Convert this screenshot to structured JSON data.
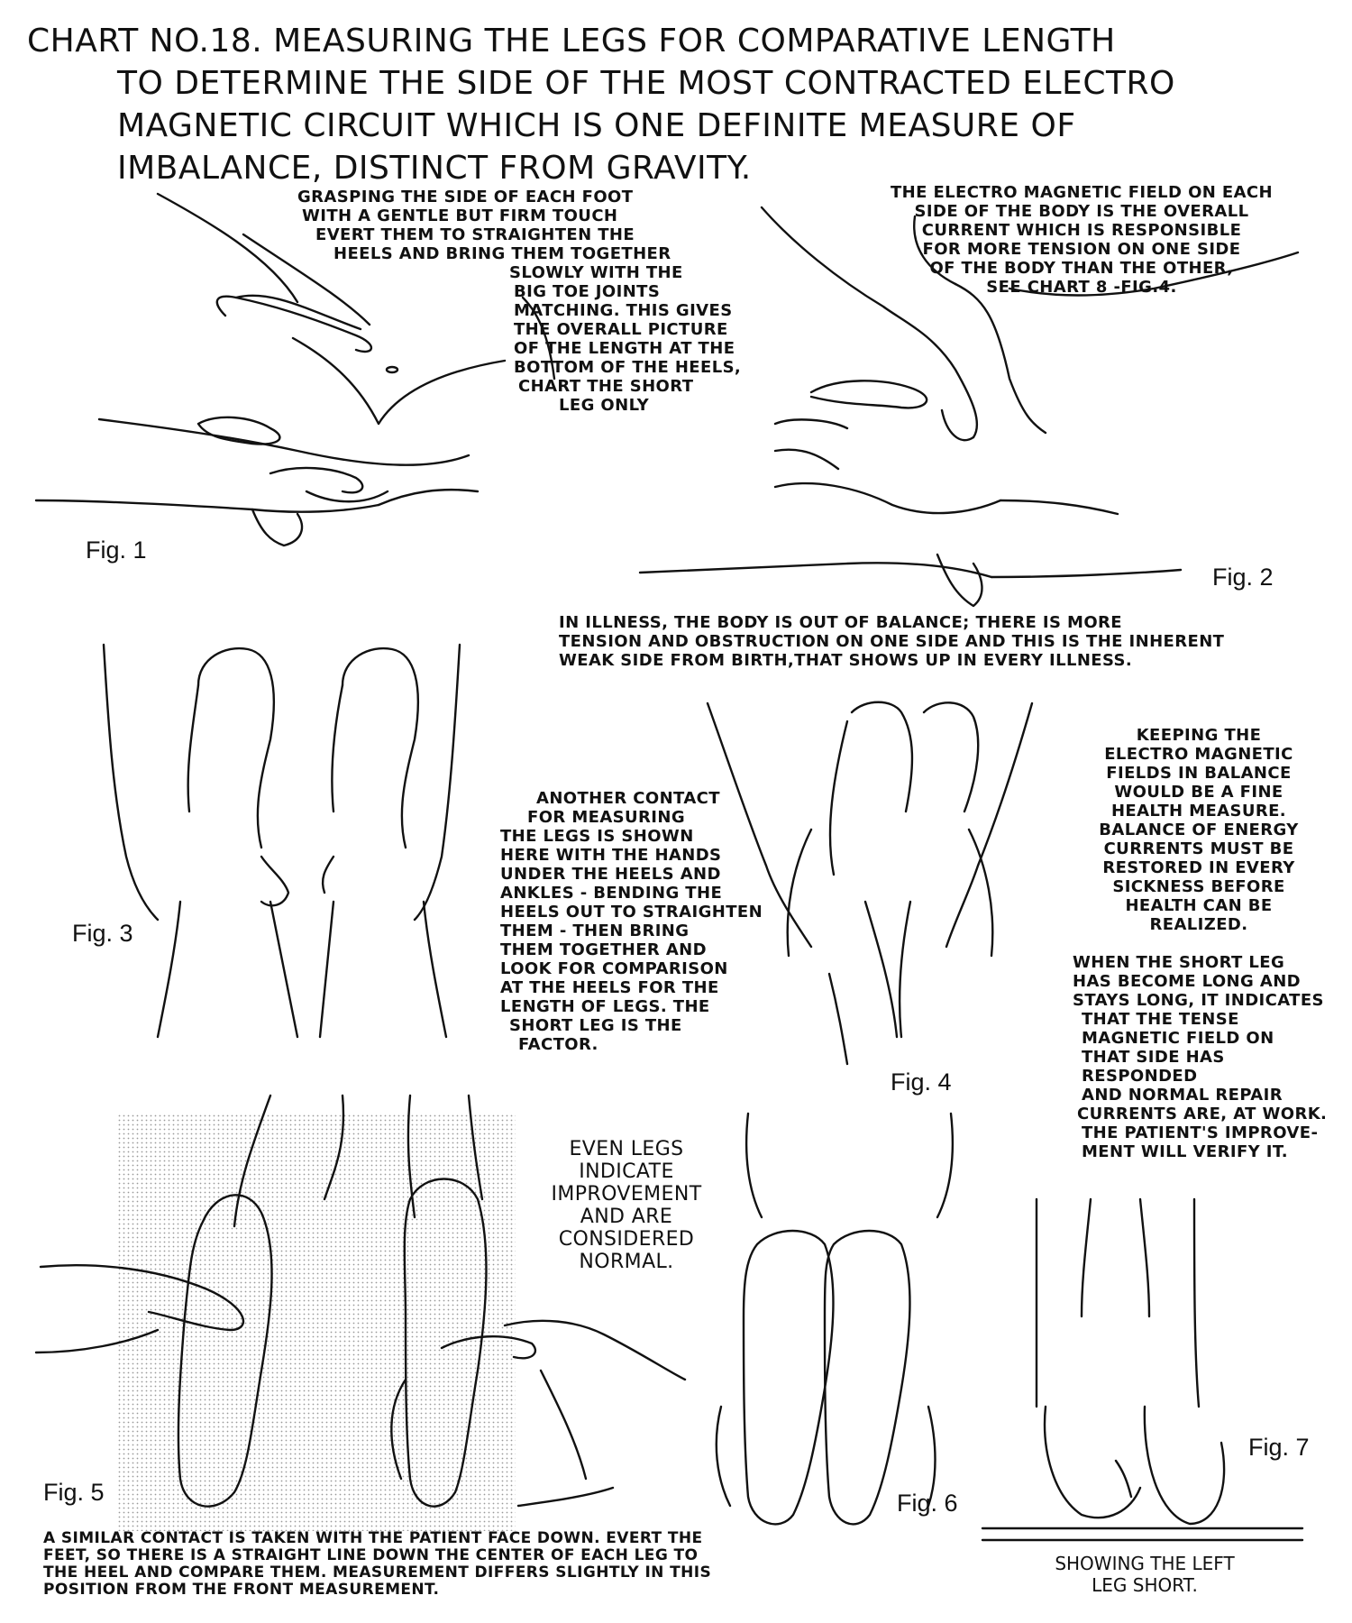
{
  "title_lines": [
    "CHART NO.18.   MEASURING THE LEGS FOR COMPARATIVE LENGTH",
    "TO DETERMINE THE SIDE OF THE MOST CONTRACTED ELECTRO",
    "MAGNETIC CIRCUIT WHICH IS ONE DEFINITE MEASURE OF",
    "IMBALANCE, DISTINCT FROM GRAVITY."
  ],
  "figure_labels": {
    "fig1": "Fig. 1",
    "fig2": "Fig. 2",
    "fig3": "Fig. 3",
    "fig4": "Fig. 4",
    "fig5": "Fig. 5",
    "fig6": "Fig. 6",
    "fig7": "Fig. 7"
  },
  "notes": {
    "grasping": [
      "GRASPING THE SIDE OF EACH FOOT",
      "WITH A GENTLE BUT FIRM TOUCH",
      "EVERT THEM TO STRAIGHTEN THE",
      "HEELS AND BRING THEM TOGETHER",
      "SLOWLY WITH THE",
      "BIG TOE JOINTS",
      "MATCHING. THIS GIVES",
      "THE OVERALL PICTURE",
      "OF THE LENGTH AT THE",
      "BOTTOM OF THE HEELS,",
      "CHART THE SHORT",
      "LEG ONLY"
    ],
    "electro_field": [
      "THE ELECTRO MAGNETIC FIELD ON EACH",
      "SIDE OF THE BODY IS THE OVERALL",
      "CURRENT WHICH IS RESPONSIBLE",
      "FOR MORE TENSION ON ONE SIDE",
      "OF THE BODY THAN THE OTHER,",
      "SEE CHART 8 -FIG.4."
    ],
    "illness": [
      "IN ILLNESS, THE BODY IS OUT OF BALANCE; THERE IS MORE",
      "TENSION AND OBSTRUCTION ON ONE SIDE AND THIS IS THE INHERENT",
      "WEAK SIDE FROM BIRTH,THAT SHOWS UP IN EVERY ILLNESS."
    ],
    "another_contact": [
      "ANOTHER CONTACT",
      "FOR MEASURING",
      "THE LEGS IS SHOWN",
      "HERE WITH THE HANDS",
      "UNDER THE HEELS AND",
      "ANKLES - BENDING THE",
      "HEELS OUT TO STRAIGHTEN",
      "THEM - THEN BRING",
      "THEM TOGETHER AND",
      "LOOK FOR COMPARISON",
      "AT THE HEELS FOR THE",
      "LENGTH OF LEGS. THE",
      "SHORT LEG IS THE",
      "FACTOR."
    ],
    "keeping": [
      "KEEPING THE",
      "ELECTRO MAGNETIC",
      "FIELDS IN BALANCE",
      "WOULD BE A FINE",
      "HEALTH MEASURE.",
      "BALANCE OF ENERGY",
      "CURRENTS MUST BE",
      "RESTORED IN EVERY",
      "SICKNESS BEFORE",
      "HEALTH CAN BE",
      "REALIZED."
    ],
    "short_leg": [
      "WHEN THE SHORT LEG",
      "HAS BECOME LONG AND",
      "STAYS LONG, IT INDICATES",
      "THAT THE TENSE",
      "MAGNETIC FIELD ON",
      "THAT SIDE HAS RESPONDED",
      "AND NORMAL REPAIR",
      "CURRENTS ARE, AT WORK.",
      "THE PATIENT'S IMPROVE-",
      "MENT WILL VERIFY IT."
    ],
    "even_legs": [
      "EVEN LEGS",
      "INDICATE",
      "IMPROVEMENT",
      "AND ARE",
      "CONSIDERED",
      "NORMAL."
    ],
    "similar_contact": [
      "A SIMILAR CONTACT IS TAKEN WITH THE PATIENT FACE DOWN. EVERT THE",
      "FEET, SO THERE IS A STRAIGHT LINE DOWN THE CENTER OF EACH LEG TO",
      "THE HEEL AND COMPARE THEM. MEASUREMENT DIFFERS SLIGHTLY IN THIS",
      "POSITION FROM THE FRONT MEASUREMENT."
    ],
    "fig7_caption": [
      "SHOWING THE LEFT",
      "LEG SHORT."
    ]
  }
}
